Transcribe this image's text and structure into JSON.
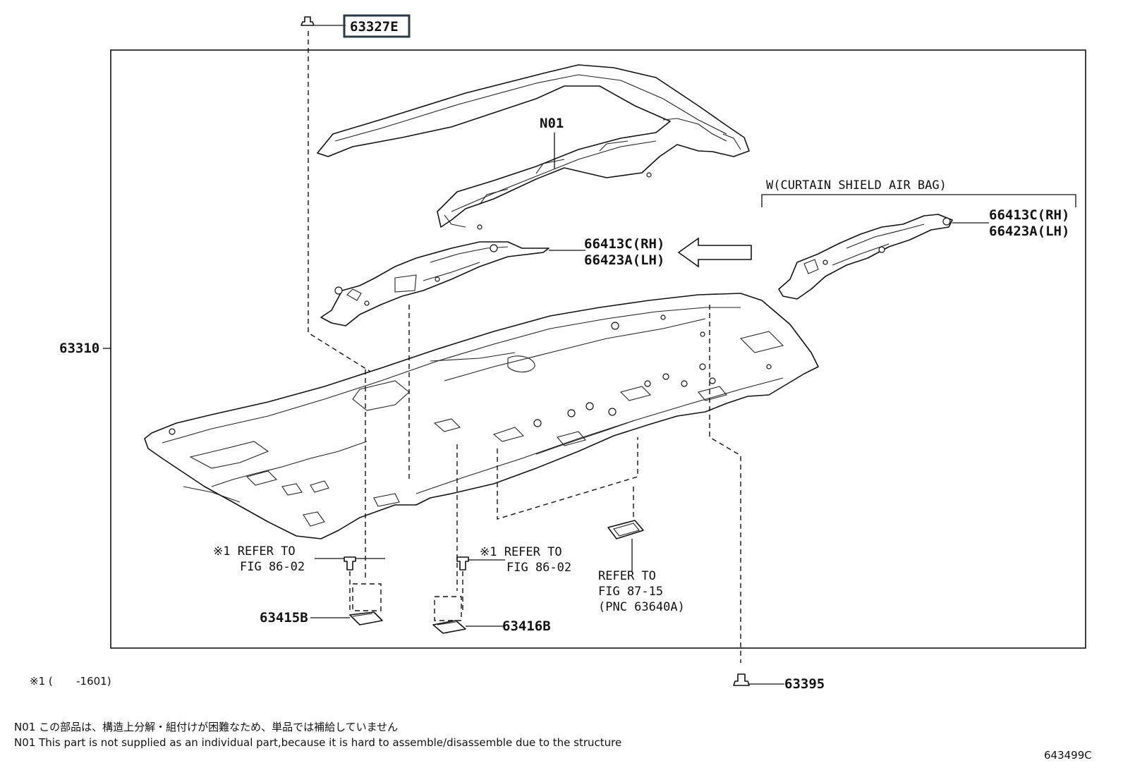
{
  "labels": {
    "p63327e": "63327E",
    "n01": "N01",
    "curtain": "W(CURTAIN SHIELD AIR BAG)",
    "rh_right": "66413C(RH)",
    "lh_right": "66423A(LH)",
    "rh_left": "66413C(RH)",
    "lh_left": "66423A(LH)",
    "p63310": "63310",
    "refer1_l1": "※1 REFER TO",
    "refer1_l2": "FIG 86-02",
    "refer2_l1": "※1 REFER TO",
    "refer2_l2": "FIG 86-02",
    "refer3_l1": "REFER TO",
    "refer3_l2": "FIG 87-15",
    "refer3_l3": "(PNC 63640A)",
    "p63415b": "63415B",
    "p63416b": "63416B",
    "p63395": "63395"
  },
  "notes": {
    "footnote1": "※1 (       -1601)",
    "n01_jp": "N01 この部品は、構造上分解・組付けが困難なため、単品では補給していません",
    "n01_en": "N01 This part is not supplied as an individual part,because it is hard to assemble/disassemble due to the structure",
    "fig_code": "643499C"
  },
  "colors": {
    "line": "#111111",
    "highlight_box": "#2b3a48"
  }
}
